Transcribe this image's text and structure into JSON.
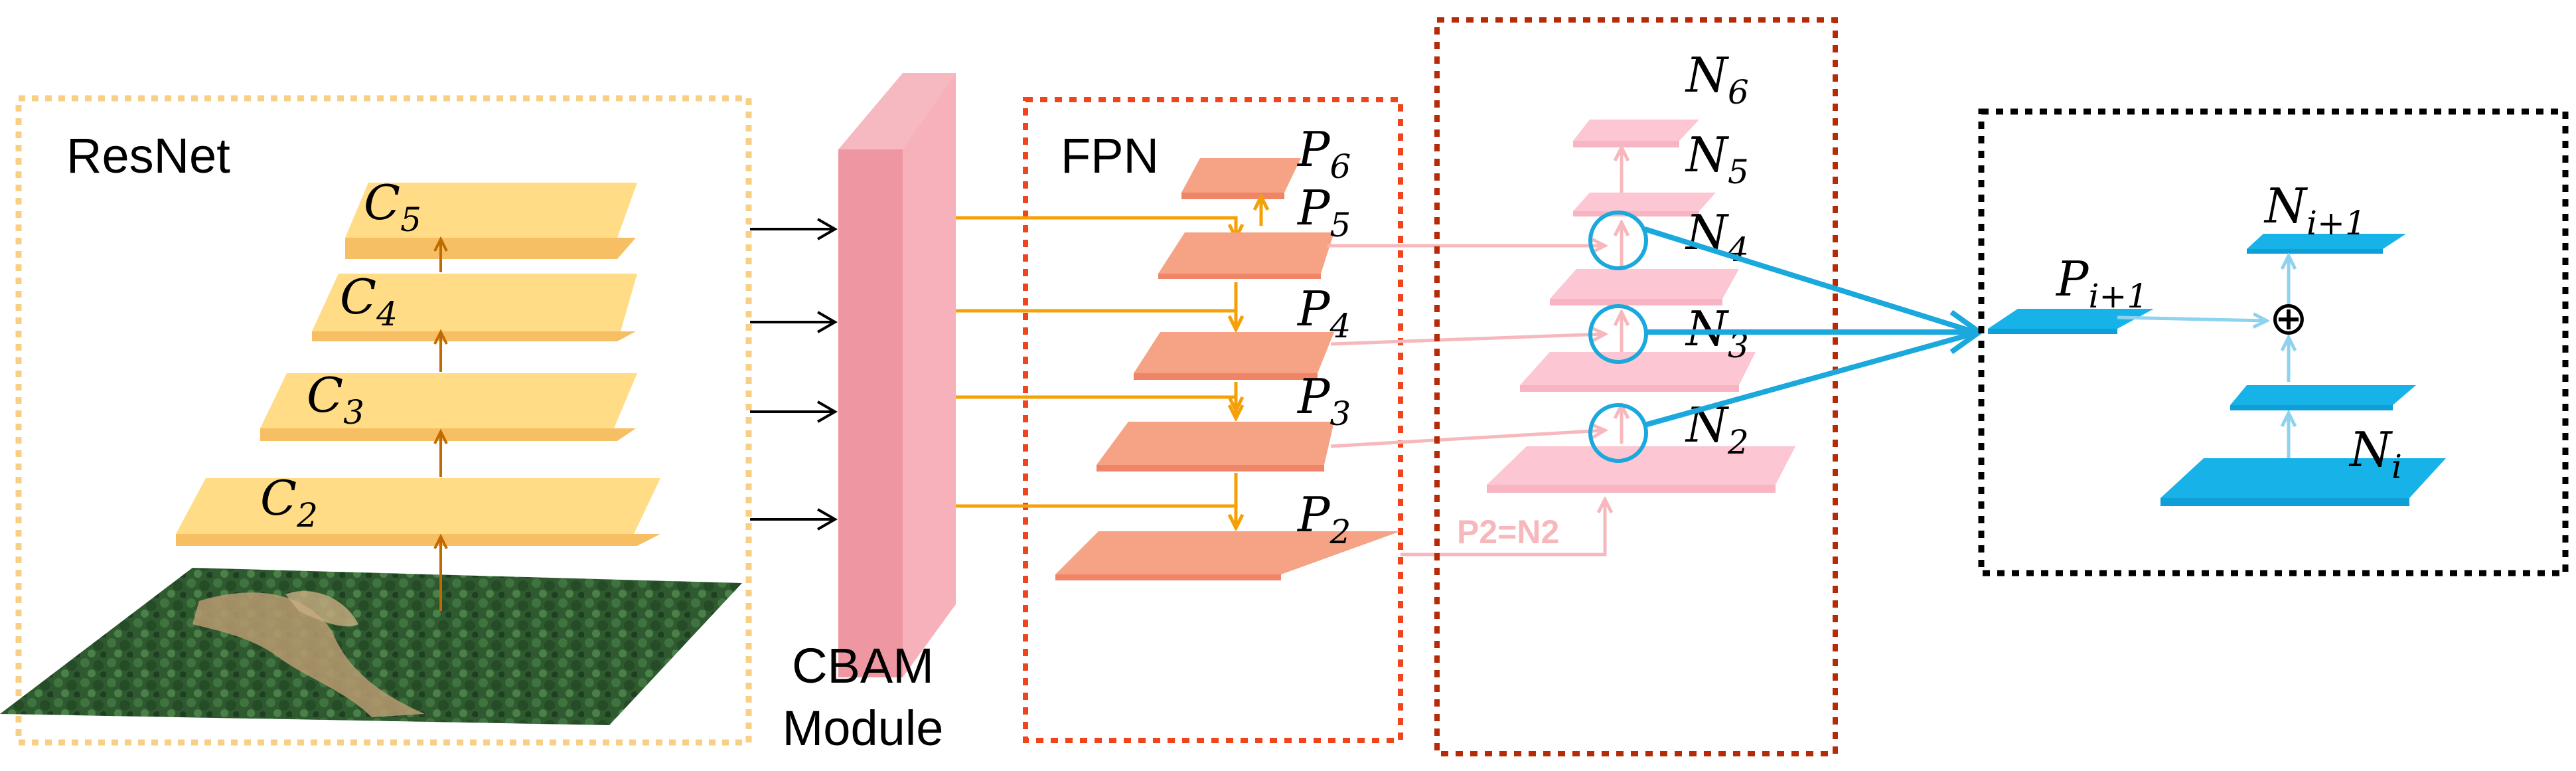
{
  "resnet": {
    "title": "ResNet",
    "levels": [
      {
        "base": "C",
        "sub": "5"
      },
      {
        "base": "C",
        "sub": "4"
      },
      {
        "base": "C",
        "sub": "3"
      },
      {
        "base": "C",
        "sub": "2"
      }
    ]
  },
  "cbam": {
    "line1": "CBAM",
    "line2": "Module"
  },
  "fpn": {
    "title": "FPN",
    "levels": [
      {
        "base": "P",
        "sub": "6"
      },
      {
        "base": "P",
        "sub": "5"
      },
      {
        "base": "P",
        "sub": "4"
      },
      {
        "base": "P",
        "sub": "3"
      },
      {
        "base": "P",
        "sub": "2"
      }
    ]
  },
  "pan": {
    "levels": [
      {
        "base": "N",
        "sub": "6"
      },
      {
        "base": "N",
        "sub": "5"
      },
      {
        "base": "N",
        "sub": "4"
      },
      {
        "base": "N",
        "sub": "3"
      },
      {
        "base": "N",
        "sub": "2"
      }
    ],
    "equality_label": "P2=N2"
  },
  "detail": {
    "input_label": {
      "base": "P",
      "sub": "i+1"
    },
    "top_label": {
      "base": "N",
      "sub": "i+1"
    },
    "bottom_label": {
      "base": "N",
      "sub": "i"
    },
    "operator": "⊕"
  },
  "colors": {
    "resnet_layer": "#ffd980",
    "resnet_border": "#f7cf85",
    "cbam": "#f0a0ac",
    "fpn_layer": "#f5957a",
    "fpn_border": "#f0441c",
    "pan_layer": "#fcc6d2",
    "pan_border": "#b62a08",
    "detail_layer": "#17b3e8",
    "arrow_orange": "#f4a006",
    "arrow_brown": "#c06a00",
    "arrow_blue": "#1aa8dd",
    "arrow_pink": "#fbc8cd"
  }
}
